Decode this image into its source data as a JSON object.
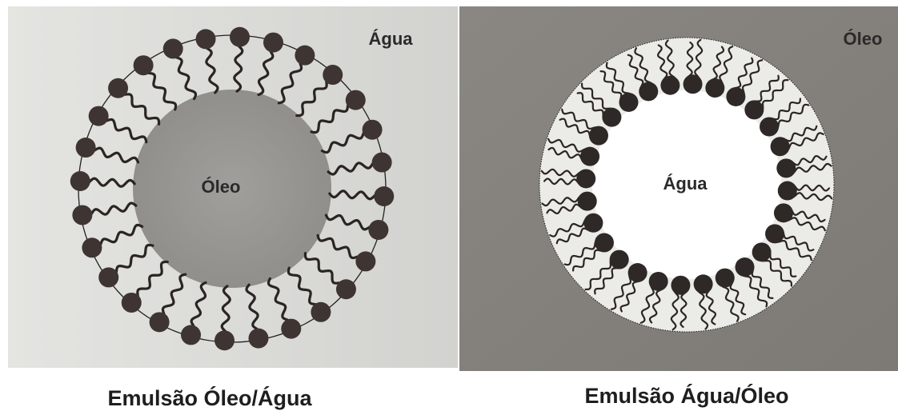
{
  "left_panel": {
    "medium_label": "Água",
    "core_label": "Óleo",
    "caption": "Emulsão Óleo/Água",
    "molecule_count": 28,
    "colors": {
      "background": "#d9d9d6",
      "core": "#9a9a96",
      "head": "#3e3432",
      "tail": "#2b2522",
      "outline": "#222222"
    }
  },
  "right_panel": {
    "medium_label": "Óleo",
    "core_label": "Água",
    "caption": "Emulsão Água/Óleo",
    "molecule_count": 28,
    "colors": {
      "background": "#8c8984",
      "droplet": "#ececea",
      "core": "#ffffff",
      "head": "#2e2826",
      "tail": "#2b2522",
      "outline": "#222222"
    }
  },
  "bottom_strip_color": "#ffffff"
}
